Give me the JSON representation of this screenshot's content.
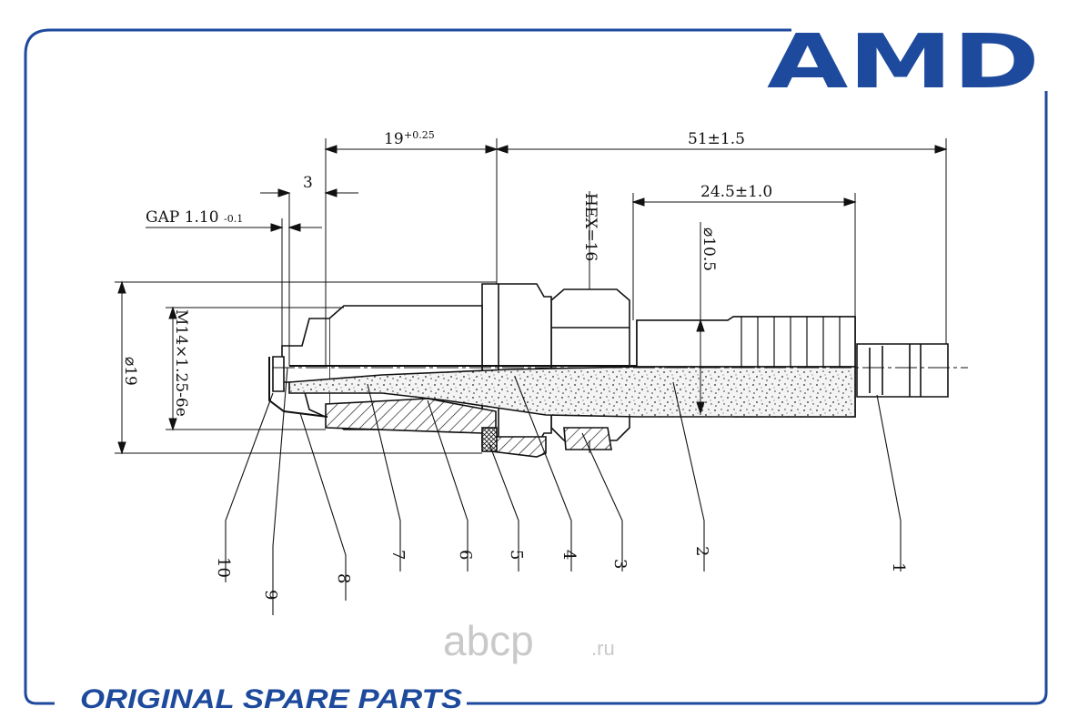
{
  "brand": {
    "logo_text": "AMD",
    "color": "#1d4a9c"
  },
  "footer": {
    "text": "ORIGINAL SPARE PARTS"
  },
  "watermark": {
    "main": "abcp",
    "suffix": ".ru"
  },
  "dimensions": {
    "length_19": "19",
    "length_19_tol": "+0.25",
    "length_51": "51±1.5",
    "length_24_5": "24.5±1.0",
    "offset_3": "3",
    "gap": "GAP 1.10",
    "gap_tol": "-0.1",
    "hex": "HEX=16",
    "dia_10_5": "⌀10.5",
    "dia_19": "⌀19",
    "thread": "M14×1.25-6e"
  },
  "part_labels": [
    "1",
    "2",
    "3",
    "4",
    "5",
    "6",
    "7",
    "8",
    "9",
    "10"
  ]
}
